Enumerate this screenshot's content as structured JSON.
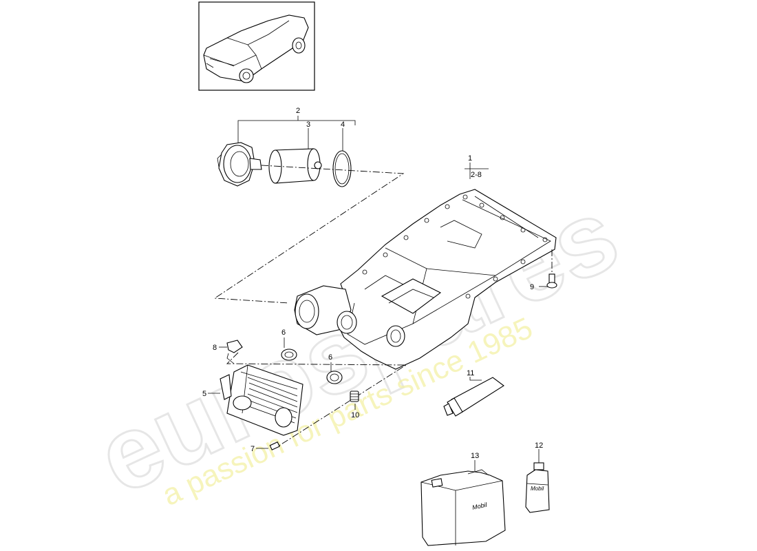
{
  "diagram": {
    "callouts": {
      "c1": "1",
      "c1_range": "2-8",
      "c2": "2",
      "c3": "3",
      "c4": "4",
      "c5": "5",
      "c6a": "6",
      "c6b": "6",
      "c7": "7",
      "c8": "8",
      "c9": "9",
      "c10": "10",
      "c11": "11",
      "c12": "12",
      "c13": "13"
    },
    "brand_labels": {
      "canister": "Mobil",
      "bottle": "Mobil"
    }
  },
  "watermark": {
    "main_text": "eurospares",
    "tagline": "a passion for parts since 1985",
    "color_main": "#e6e6e6",
    "color_tagline": "#f3f0a0"
  }
}
